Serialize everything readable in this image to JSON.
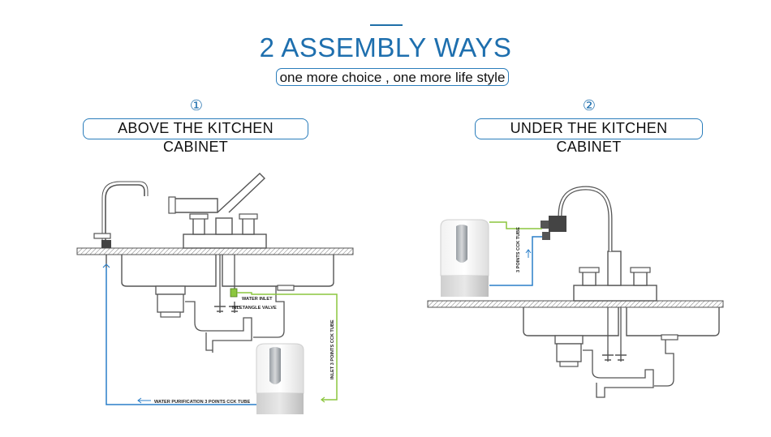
{
  "header": {
    "title": "2 ASSEMBLY WAYS",
    "subtitle": "one more choice , one more life style"
  },
  "methods": [
    {
      "number": "①",
      "label": "ABOVE THE KITCHEN CABINET"
    },
    {
      "number": "②",
      "label": "UNDER THE KITCHEN CABINET"
    }
  ],
  "left_diagram": {
    "water_inlet": "WATER INLET",
    "inlet_angle_valve": "INLETANGLE VALVE",
    "inlet_tube": "INLET 3 POINTS CCK TUBE",
    "purification_tube": "WATER PURIFICATION 3 POINTS CCK TUBE"
  },
  "right_diagram": {
    "tube": "3 POINTS CCK TUBE"
  },
  "colors": {
    "accent": "#1e6fae",
    "blue_tube": "#2a7fc9",
    "green_tube": "#8cc63f",
    "line": "#555555"
  }
}
